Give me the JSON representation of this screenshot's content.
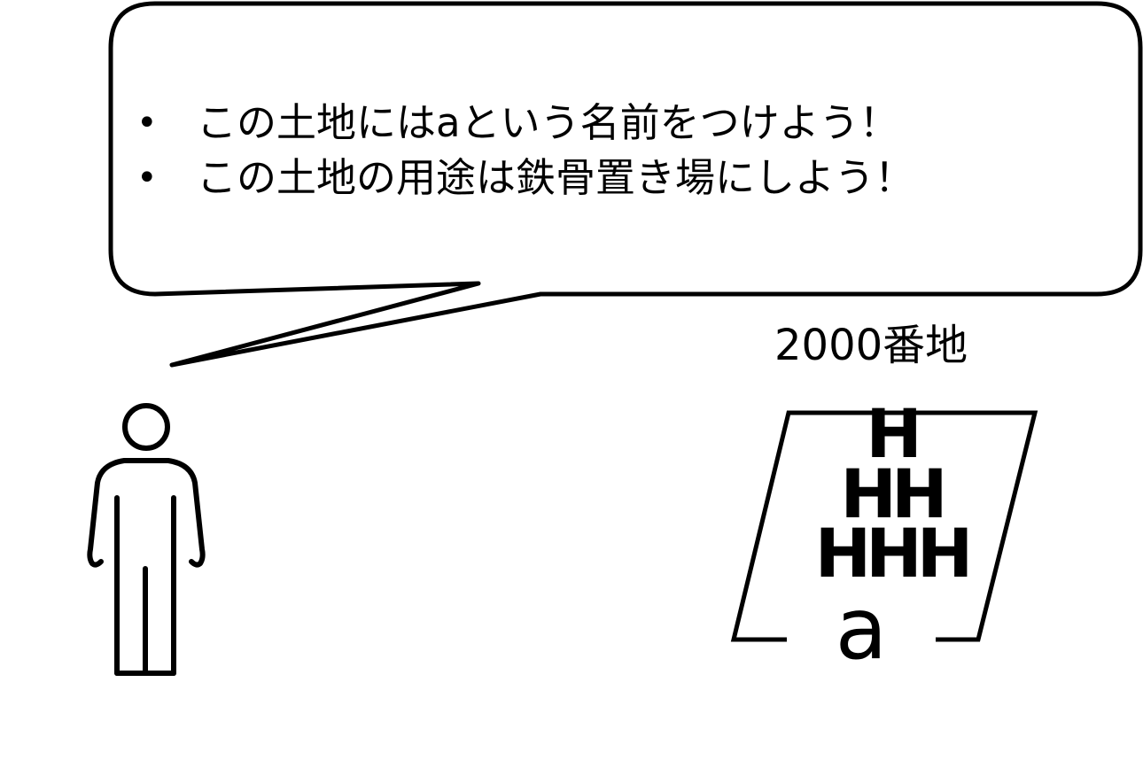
{
  "speech_bubble": {
    "lines": [
      "この土地にはaという名前をつけよう！",
      "この土地の用途は鉄骨置き場にしよう！"
    ],
    "bullet": "•"
  },
  "land": {
    "address": "2000番地",
    "name": "a",
    "steel_stack": [
      "H",
      "HH",
      "HHH"
    ]
  },
  "icons": {
    "speaker": "person-icon",
    "parcel": "land-parcel-icon",
    "bubble": "speech-bubble-icon"
  },
  "colors": {
    "stroke": "#000000",
    "background": "#ffffff"
  }
}
